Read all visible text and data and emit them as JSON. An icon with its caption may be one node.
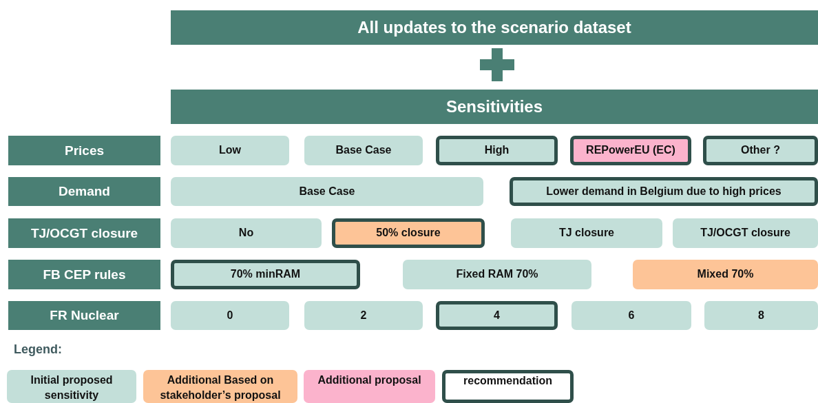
{
  "diagram": {
    "nodes": [
      {
        "text": [
          "All updates to the scenario dataset"
        ]
      },
      {
        "text": [
          "Sensitivities"
        ]
      },
      {
        "text": [
          "Prices"
        ]
      },
      {
        "text": [
          "Low"
        ]
      },
      {
        "text": [
          "Base Case"
        ]
      },
      {
        "text": [
          "High"
        ]
      },
      {
        "text": [
          "REPowerEU (EC)"
        ]
      },
      {
        "text": [
          "Other ?"
        ]
      },
      {
        "text": [
          "Demand"
        ]
      },
      {
        "text": [
          "Base Case"
        ]
      },
      {
        "text": [
          "Lower demand in Belgium due to high prices"
        ]
      },
      {
        "text": [
          "TJ/OCGT closure"
        ]
      },
      {
        "text": [
          "No"
        ]
      },
      {
        "text": [
          "50% closure"
        ]
      },
      {
        "text": [
          "TJ closure"
        ]
      },
      {
        "text": [
          "TJ/OCGT closure"
        ]
      },
      {
        "text": [
          "FB CEP rules"
        ]
      },
      {
        "text": [
          "70% minRAM"
        ]
      },
      {
        "text": [
          "Fixed RAM 70%"
        ]
      },
      {
        "text": [
          "Mixed 70%"
        ]
      },
      {
        "text": [
          "FR Nuclear"
        ]
      },
      {
        "text": [
          "0"
        ]
      },
      {
        "text": [
          "2"
        ]
      },
      {
        "text": [
          "4"
        ]
      },
      {
        "text": [
          "6"
        ]
      },
      {
        "text": [
          "8"
        ]
      }
    ],
    "labels": [
      "Legend:"
    ],
    "legend": [
      {
        "text": "Initial proposed sensitivity",
        "color": "#c3dfd9"
      },
      {
        "text": "Additional Based on stakeholder’s proposal",
        "color": "#fdc497"
      },
      {
        "text": "Additional proposal",
        "color": "#fbb3cc"
      },
      {
        "text": "recommendation"
      }
    ]
  }
}
